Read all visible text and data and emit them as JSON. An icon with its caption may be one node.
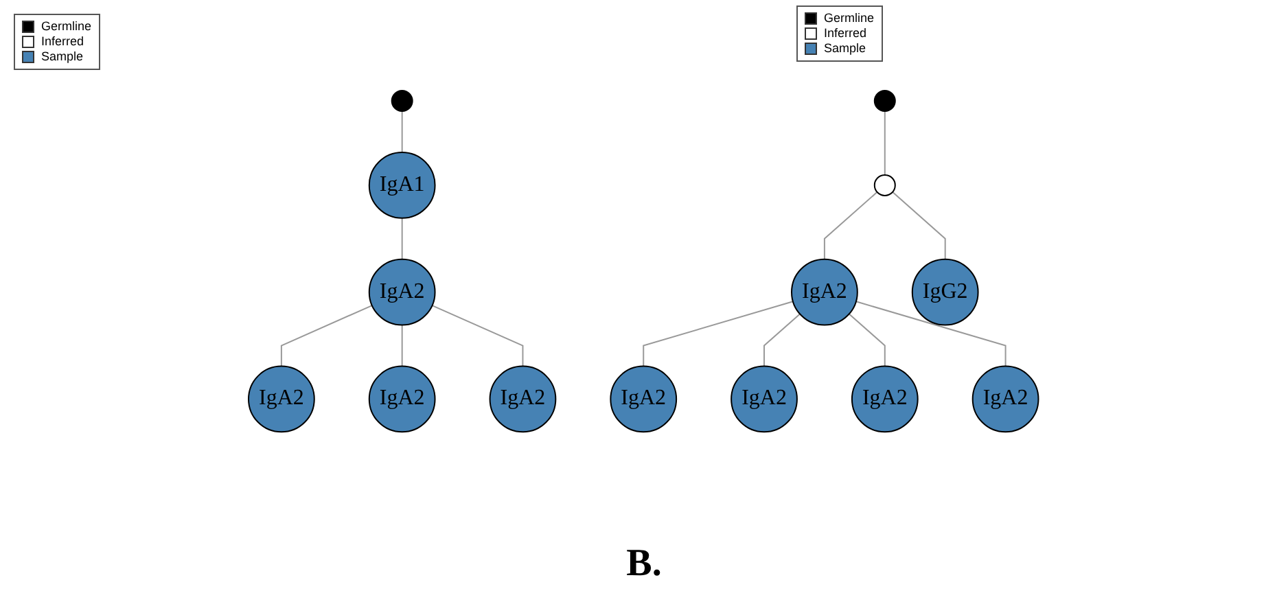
{
  "diagram": {
    "caption": "B.",
    "nodes": [
      {
        "text": [],
        "shape": "circle"
      },
      {
        "text": [
          "IgA1"
        ]
      },
      {
        "text": [
          "IgA2"
        ]
      },
      {
        "text": [
          "IgA2"
        ]
      },
      {
        "text": [
          "IgA2"
        ]
      },
      {
        "text": [
          "IgA2"
        ]
      },
      {
        "text": [],
        "shape": "circle"
      },
      {
        "text": [],
        "shape": "circle"
      },
      {
        "text": [
          "IgA2"
        ]
      },
      {
        "text": [
          "IgG2"
        ]
      },
      {
        "text": [
          "IgA2"
        ]
      },
      {
        "text": [
          "IgA2"
        ]
      },
      {
        "text": [
          "IgA2"
        ]
      },
      {
        "text": [
          "IgA2"
        ]
      }
    ],
    "edges": [
      {
        "from": 0,
        "to": 1,
        "arrow": "none"
      },
      {
        "from": 1,
        "to": 2,
        "arrow": "none"
      },
      {
        "from": 2,
        "to": 3,
        "arrow": "none"
      },
      {
        "from": 2,
        "to": 4,
        "arrow": "none"
      },
      {
        "from": 2,
        "to": 5,
        "arrow": "none"
      },
      {
        "from": 6,
        "to": 7,
        "arrow": "none"
      },
      {
        "from": 7,
        "to": 8,
        "arrow": "none"
      },
      {
        "from": 7,
        "to": 9,
        "arrow": "none"
      },
      {
        "from": 8,
        "to": 10,
        "arrow": "none"
      },
      {
        "from": 8,
        "to": 11,
        "arrow": "none"
      },
      {
        "from": 8,
        "to": 12,
        "arrow": "none"
      },
      {
        "from": 8,
        "to": 13,
        "arrow": "none"
      }
    ],
    "legend": [
      {
        "text": "Germline",
        "color": "#000000"
      },
      {
        "text": "Inferred",
        "color": "#ffffff"
      },
      {
        "text": "Sample",
        "color": "#4682b4"
      },
      {
        "text": "Germline",
        "color": "#000000"
      },
      {
        "text": "Inferred",
        "color": "#ffffff"
      },
      {
        "text": "Sample",
        "color": "#4682b4"
      }
    ]
  }
}
